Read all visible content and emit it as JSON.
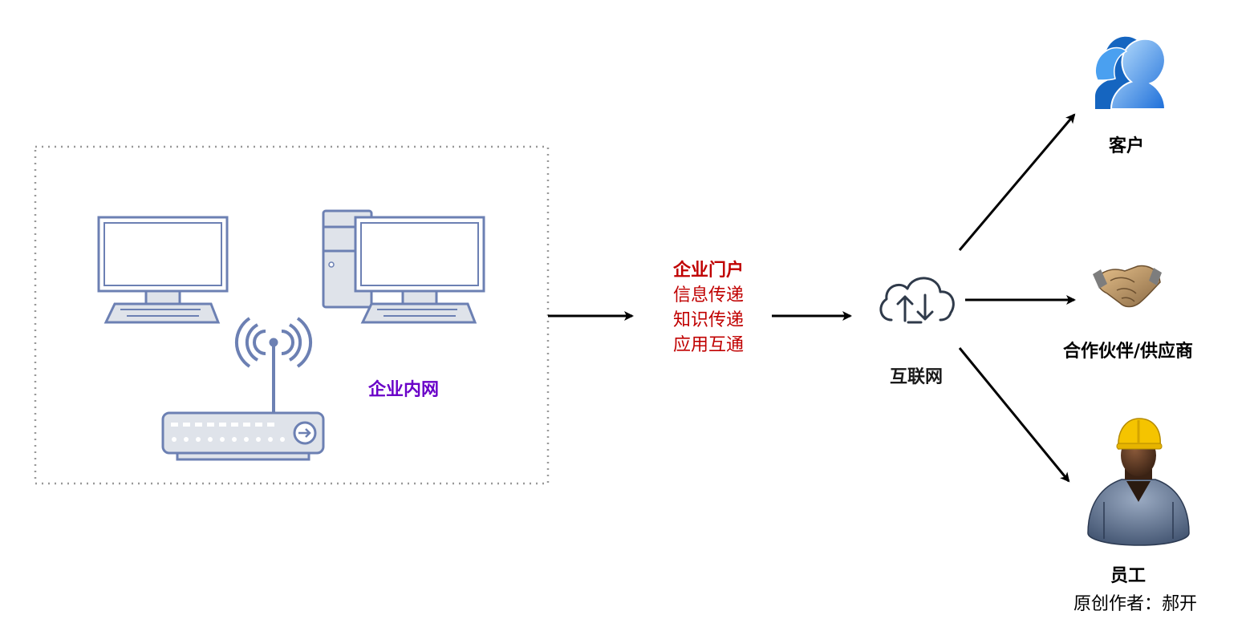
{
  "intranet": {
    "label": "企业内网",
    "label_color": "#6a00c8"
  },
  "portal": {
    "title": "企业门户",
    "lines": [
      "信息传递",
      "知识传递",
      "应用互通"
    ],
    "color": "#c00000"
  },
  "internet": {
    "label": "互联网"
  },
  "targets": {
    "customer": {
      "label": "客户",
      "icon": "customer-group-icon"
    },
    "partner": {
      "label": "合作伙伴/供应商",
      "icon": "handshake-icon"
    },
    "employee": {
      "label": "员工",
      "icon": "worker-helmet-icon"
    }
  },
  "credit": "原创作者：郝开",
  "colors": {
    "device_stroke": "#6c80b3",
    "device_fill": "#dfe3ea",
    "arrow": "#000000"
  }
}
